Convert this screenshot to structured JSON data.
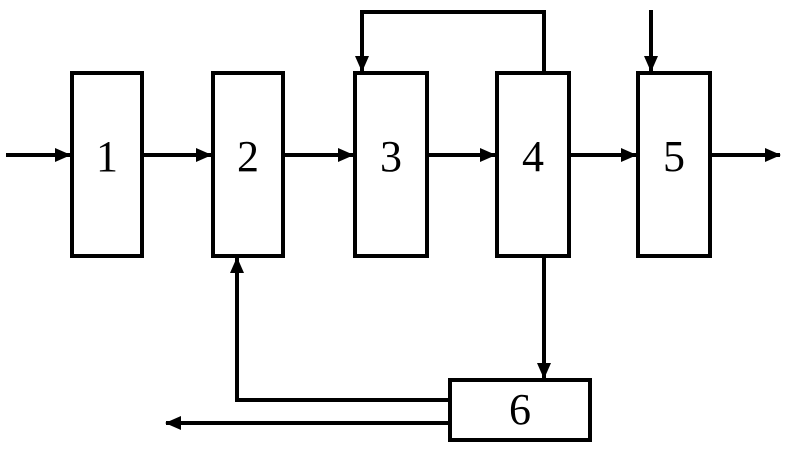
{
  "diagram": {
    "colors": {
      "stroke": "#000000",
      "background": "#ffffff"
    },
    "blocks": [
      {
        "id": "1",
        "label": "1"
      },
      {
        "id": "2",
        "label": "2"
      },
      {
        "id": "3",
        "label": "3"
      },
      {
        "id": "4",
        "label": "4"
      },
      {
        "id": "5",
        "label": "5"
      },
      {
        "id": "6",
        "label": "6"
      }
    ],
    "connections": [
      {
        "from": "input",
        "to": "1"
      },
      {
        "from": "1",
        "to": "2"
      },
      {
        "from": "2",
        "to": "3"
      },
      {
        "from": "3",
        "to": "4"
      },
      {
        "from": "4",
        "to": "5"
      },
      {
        "from": "5",
        "to": "output"
      },
      {
        "from": "4",
        "to": "3",
        "kind": "recycle"
      },
      {
        "from": "external",
        "to": "5"
      },
      {
        "from": "4",
        "to": "6"
      },
      {
        "from": "6",
        "to": "2",
        "kind": "recycle"
      },
      {
        "from": "6",
        "to": "discharge"
      }
    ]
  }
}
